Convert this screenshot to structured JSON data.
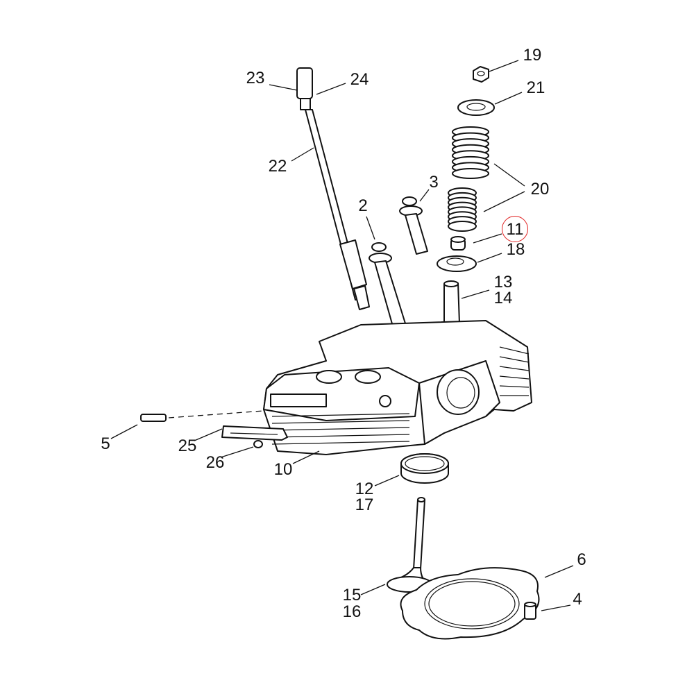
{
  "diagram": {
    "title": "Cylinder head exploded parts diagram",
    "highlight_color": "#e02020",
    "highlighted_callout": "11",
    "callouts": {
      "c23": "23",
      "c24": "24",
      "c22": "22",
      "c19": "19",
      "c21": "21",
      "c20": "20",
      "c3": "3",
      "c2": "2",
      "c11": "11",
      "c18": "18",
      "c13": "13",
      "c14": "14",
      "c5": "5",
      "c25": "25",
      "c26": "26",
      "c10": "10",
      "c12": "12",
      "c17": "17",
      "c6": "6",
      "c15": "15",
      "c16": "16",
      "c4": "4"
    }
  }
}
